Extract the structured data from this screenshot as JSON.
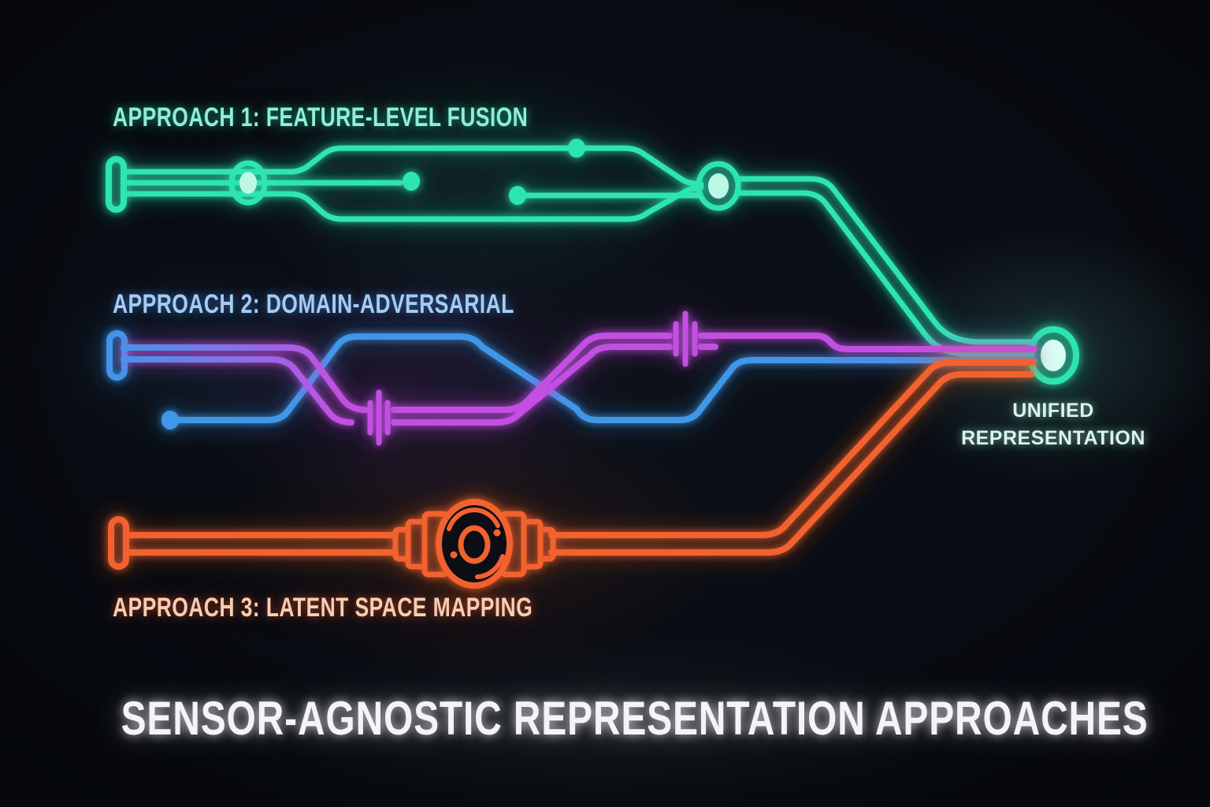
{
  "title": {
    "text": "SENSOR-AGNOSTIC REPRESENTATION APPROACHES"
  },
  "approaches": [
    {
      "id": 1,
      "label": "APPROACH 1: FEATURE-LEVEL FUSION",
      "line_color": "#2ee5b1"
    },
    {
      "id": 2,
      "label": "APPROACH 2: DOMAIN-ADVERSARIAL",
      "line_color": "#3f97e8",
      "line_color_secondary": "#c350e2"
    },
    {
      "id": 3,
      "label": "APPROACH 3: LATENT SPACE MAPPING",
      "line_color": "#f2622e"
    }
  ],
  "output_node": {
    "line1": "UNIFIED",
    "line2": "REPRESENTATION"
  },
  "colors": {
    "bg_deep": "#0a0e16",
    "green": "#2ee5b1",
    "green_inner": "#bdf8e6",
    "green_core": "#d9fff4",
    "green_text": "#8feed6",
    "blue": "#3f97e8",
    "blue_text": "#a6cbf3",
    "purple": "#c350e2",
    "orange": "#f2622e",
    "orange_text": "#f7cdb3",
    "mint_text": "#d9f4ee",
    "title_text": "#f4f4f6"
  }
}
